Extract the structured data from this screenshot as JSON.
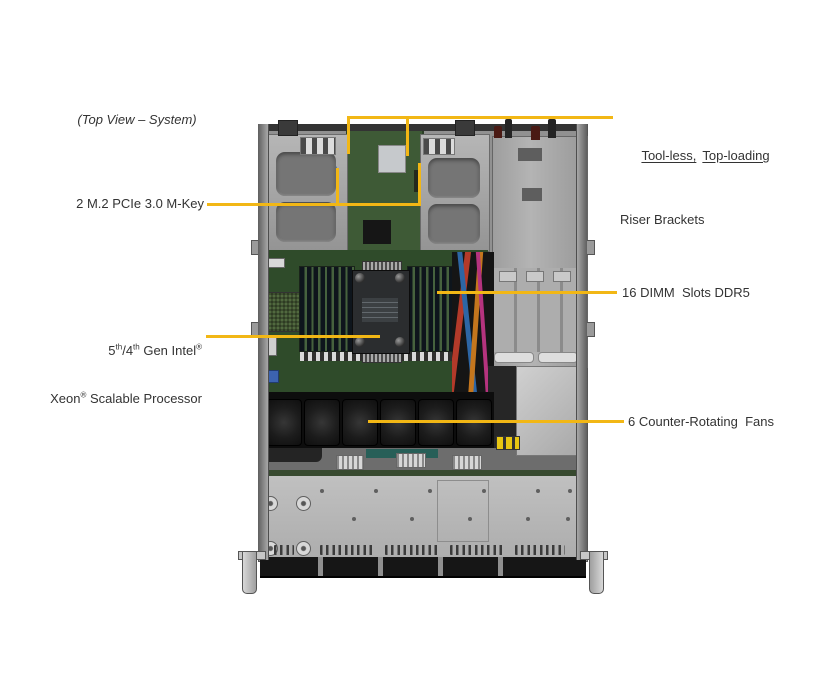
{
  "figure": {
    "caption": "(Top View – System)",
    "colors": {
      "callout_line": "#F2B715",
      "label_text": "#333333"
    },
    "callouts": {
      "riser_brackets": {
        "word1": "Tool-less,",
        "word2": "Top-loading",
        "line2": "Riser Brackets"
      },
      "m2": {
        "label": "2 M.2 PCIe 3.0 M-Key"
      },
      "dimm": {
        "label": "16 DIMM  Slots DDR5"
      },
      "processor": {
        "p1": "5",
        "sup1": "th",
        "p2": "/4",
        "sup2": "th",
        "p3": " Gen Intel",
        "reg1": "®",
        "p4": "Xeon",
        "reg2": "®",
        "p5": " Scalable Processor"
      },
      "fans": {
        "label": "6 Counter-Rotating  Fans"
      }
    }
  }
}
